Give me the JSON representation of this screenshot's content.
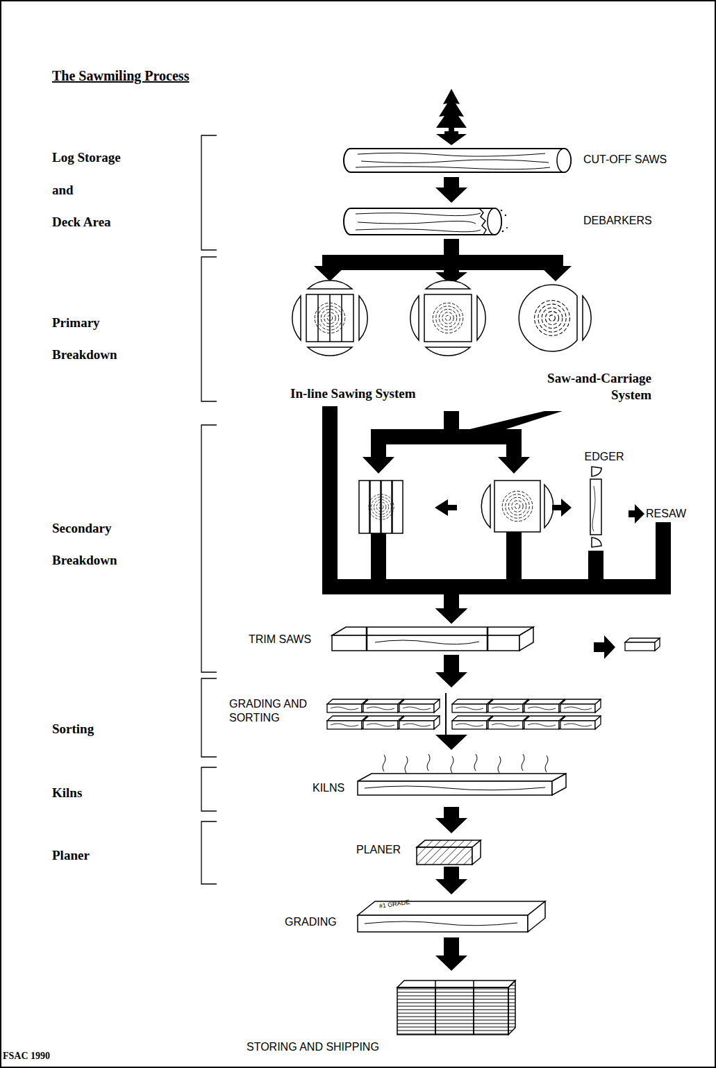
{
  "diagram": {
    "title": "The Sawmiling Process",
    "nodes": [
      {
        "text": [
          "CUT-OFF SAWS"
        ]
      },
      {
        "text": [
          "DEBARKERS"
        ]
      },
      {
        "text": [
          "In-line Sawing System"
        ]
      },
      {
        "text": [
          "Saw-and-Carriage System"
        ]
      },
      {
        "text": [
          "EDGER"
        ]
      },
      {
        "text": [
          "RESAW"
        ]
      },
      {
        "text": [
          "TRIM SAWS"
        ]
      },
      {
        "text": [
          "GRADING AND SORTING"
        ]
      },
      {
        "text": [
          "KILNS"
        ]
      },
      {
        "text": [
          "PLANER"
        ]
      },
      {
        "text": [
          "GRADING"
        ]
      },
      {
        "text": [
          "STORING AND SHIPPING"
        ]
      }
    ],
    "edges": [
      {
        "from": 0,
        "to": 1,
        "arrow": "to"
      },
      {
        "from": 1,
        "to": 2,
        "arrow": "to"
      },
      {
        "from": 1,
        "to": 3,
        "arrow": "to"
      },
      {
        "from": 2,
        "to": 6,
        "arrow": "to"
      },
      {
        "from": 4,
        "to": 5,
        "arrow": "to"
      },
      {
        "from": 4,
        "to": 6,
        "arrow": "to"
      },
      {
        "from": 5,
        "to": 6,
        "arrow": "to"
      },
      {
        "from": 6,
        "to": 7,
        "arrow": "to"
      },
      {
        "from": 7,
        "to": 8,
        "arrow": "to"
      },
      {
        "from": 8,
        "to": 9,
        "arrow": "to"
      },
      {
        "from": 9,
        "to": 10,
        "arrow": "to"
      },
      {
        "from": 10,
        "to": 11,
        "arrow": "to"
      }
    ],
    "labels": [
      "Log Storage",
      "and",
      "Deck Area",
      "Primary Breakdown",
      "Secondary Breakdown",
      "Sorting",
      "Kilns",
      "Planer",
      "#1 GRADE",
      "FSAC 1990"
    ]
  }
}
